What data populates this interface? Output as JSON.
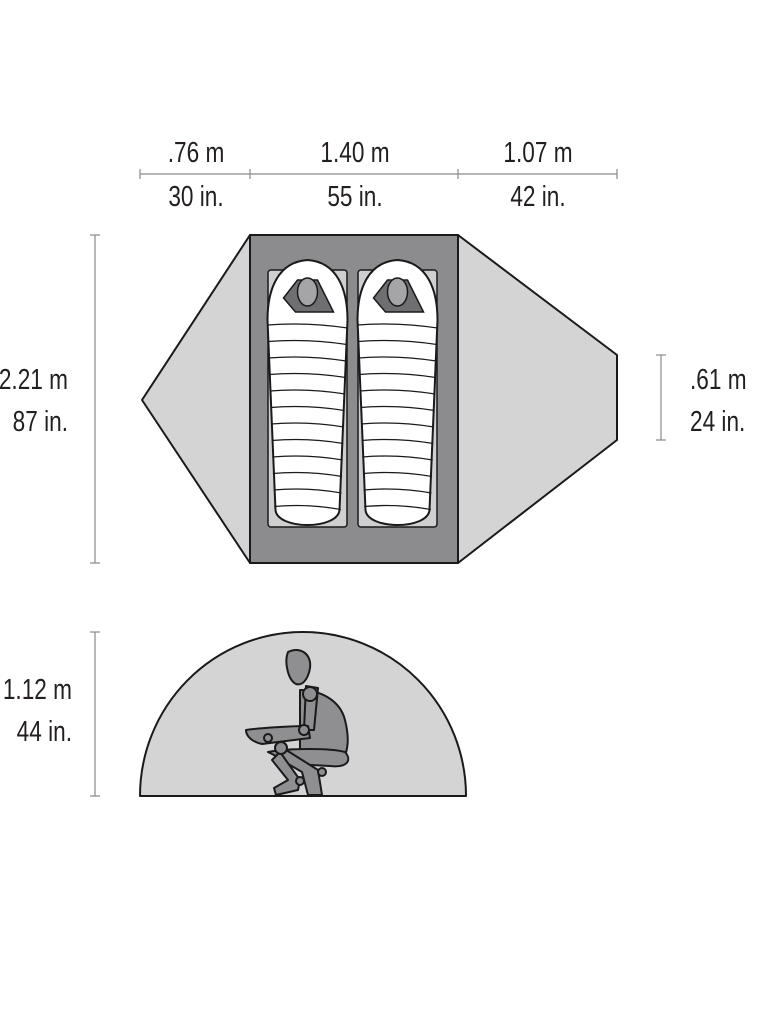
{
  "top_dimensions": [
    {
      "metric": ".76 m",
      "imperial": "30 in."
    },
    {
      "metric": "1.40 m",
      "imperial": "55 in."
    },
    {
      "metric": "1.07 m",
      "imperial": "42 in."
    }
  ],
  "floor_length": {
    "metric": "2.21 m",
    "imperial": "87 in."
  },
  "vestibule_end_width": {
    "metric": ".61 m",
    "imperial": "24 in."
  },
  "peak_height": {
    "metric": "1.12 m",
    "imperial": "44 in."
  },
  "colors": {
    "floor": "#8c8c8e",
    "vestibule": "#d4d4d5",
    "pad": "#cfcfd0",
    "figure": "#8f8f91",
    "outline": "#1a1a1a"
  }
}
